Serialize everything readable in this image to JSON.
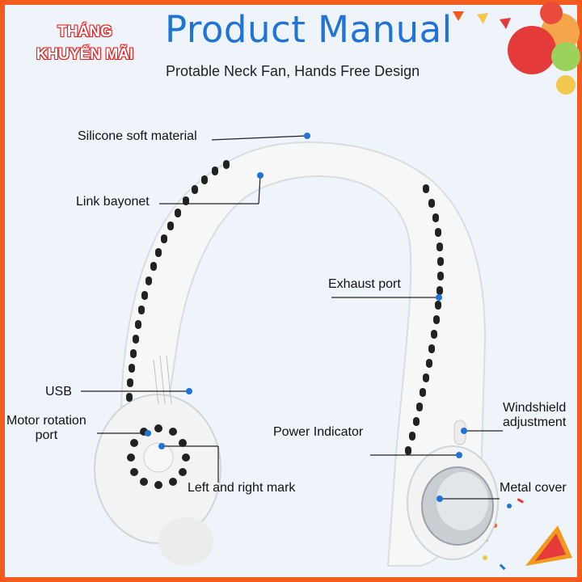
{
  "header": {
    "title": "Product Manual",
    "subtitle": "Protable Neck Fan, Hands Free Design",
    "promo_line1": "THÁNG",
    "promo_line2": "KHUYẾN MÃI"
  },
  "callouts": [
    {
      "id": "silicone",
      "label": "Silicone soft material"
    },
    {
      "id": "bayonet",
      "label": "Link bayonet"
    },
    {
      "id": "exhaust",
      "label": "Exhaust port"
    },
    {
      "id": "usb",
      "label": "USB"
    },
    {
      "id": "motor",
      "label": "Motor rotation\nport"
    },
    {
      "id": "power",
      "label": "Power Indicator"
    },
    {
      "id": "windshield",
      "label": "Windshield\nadjustment"
    },
    {
      "id": "leftright",
      "label": "Left and right mark"
    },
    {
      "id": "metal",
      "label": "Metal cover"
    }
  ],
  "colors": {
    "border": "#f25b1e",
    "title": "#1f74d6",
    "dot": "#1f74d6",
    "product": "#f7f7f7"
  }
}
